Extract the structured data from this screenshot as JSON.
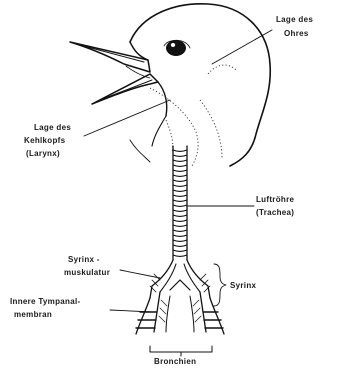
{
  "labels": {
    "ear": [
      "Lage des",
      "Ohres"
    ],
    "larynx": [
      "Lage des",
      "Kehlkopfs",
      "(Larynx)"
    ],
    "trachea": [
      "Luftröhre",
      "(Trachea)"
    ],
    "syrinx_muscle": [
      "Syrinx -",
      "muskulatur"
    ],
    "syrinx": "Syrinx",
    "tympanal": [
      "Innere Tympanal-",
      "membran"
    ],
    "bronchi": "Bronchien"
  },
  "colors": {
    "ink": "#111111",
    "background": "#ffffff"
  }
}
